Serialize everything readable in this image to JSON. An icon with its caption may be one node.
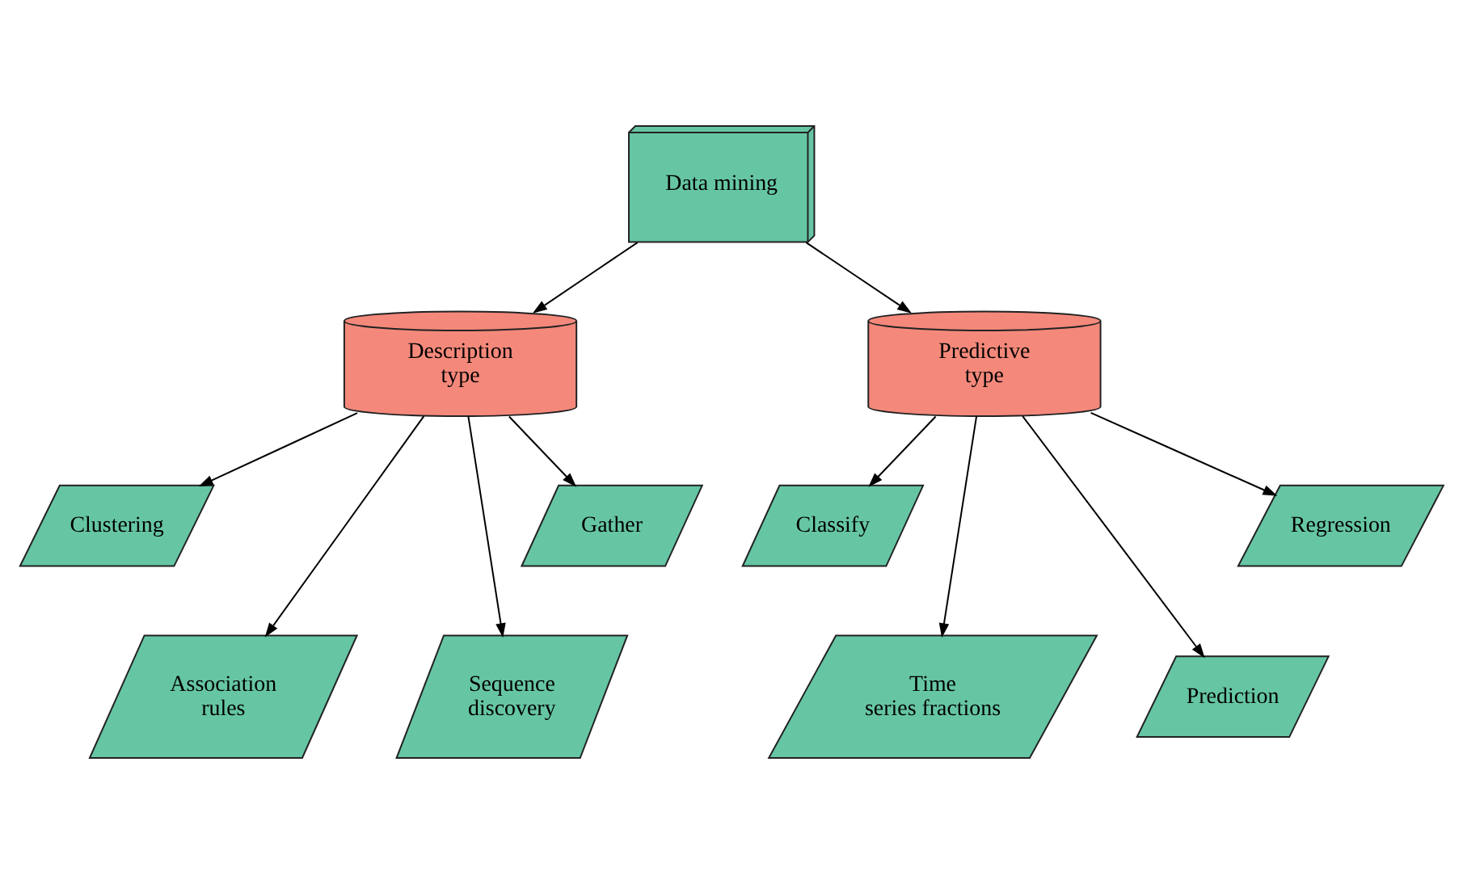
{
  "diagram": {
    "nodes": [
      {
        "text": [
          "Data mining"
        ]
      },
      {
        "text": [
          "Description type"
        ]
      },
      {
        "text": [
          "Predictive type"
        ]
      },
      {
        "text": [
          "Clustering"
        ]
      },
      {
        "text": [
          "Association rules"
        ]
      },
      {
        "text": [
          "Sequence discovery"
        ]
      },
      {
        "text": [
          "Gather"
        ]
      },
      {
        "text": [
          "Classify"
        ]
      },
      {
        "text": [
          "Time series fractions"
        ]
      },
      {
        "text": [
          "Prediction"
        ]
      },
      {
        "text": [
          "Regression"
        ]
      }
    ],
    "edges": [
      {
        "from": 0,
        "to": 1,
        "arrow": "to"
      },
      {
        "from": 0,
        "to": 2,
        "arrow": "to"
      },
      {
        "from": 1,
        "to": 3,
        "arrow": "to"
      },
      {
        "from": 1,
        "to": 4,
        "arrow": "to"
      },
      {
        "from": 1,
        "to": 5,
        "arrow": "to"
      },
      {
        "from": 1,
        "to": 6,
        "arrow": "to"
      },
      {
        "from": 2,
        "to": 7,
        "arrow": "to"
      },
      {
        "from": 2,
        "to": 8,
        "arrow": "to"
      },
      {
        "from": 2,
        "to": 9,
        "arrow": "to"
      },
      {
        "from": 2,
        "to": 10,
        "arrow": "to"
      }
    ]
  }
}
